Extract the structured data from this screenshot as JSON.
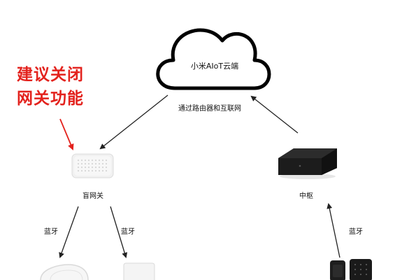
{
  "cloud": {
    "label": "小米AIoT云端"
  },
  "connection": {
    "router_label": "通过路由器和互联网"
  },
  "annotation": {
    "line1": "建议关闭",
    "line2": "网关功能",
    "color": "#e3221d"
  },
  "nodes": {
    "blind_gateway": {
      "label": "盲网关"
    },
    "hub": {
      "label": "中枢"
    }
  },
  "links": {
    "left_bt_1": "蓝牙",
    "left_bt_2": "蓝牙",
    "right_bt": "蓝牙"
  }
}
